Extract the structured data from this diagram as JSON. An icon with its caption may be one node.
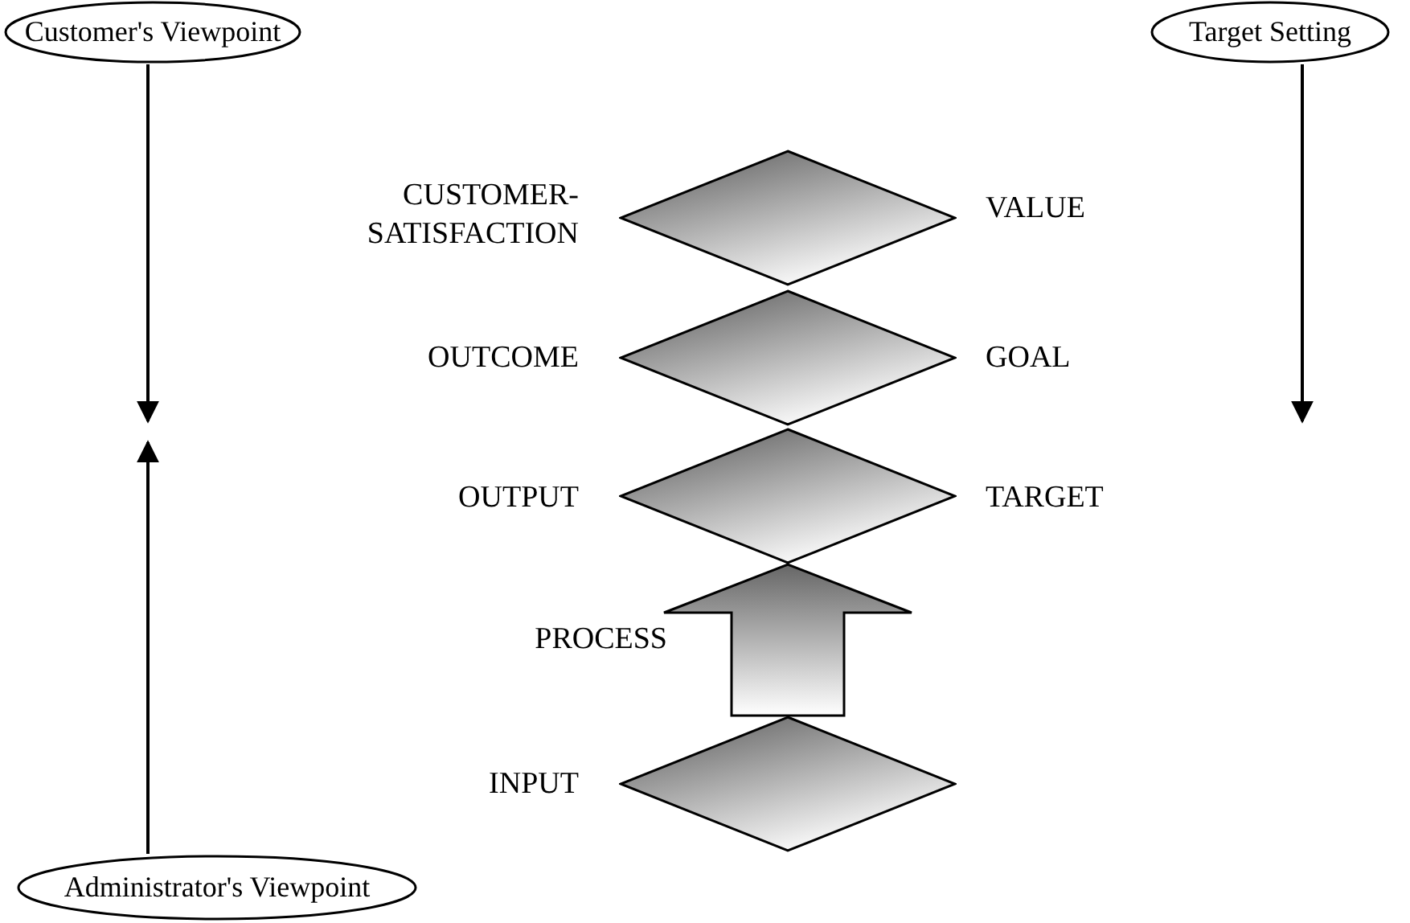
{
  "diagram": {
    "nodes": [
      {
        "text": [
          "Customer's Viewpoint"
        ]
      },
      {
        "text": [
          "Target Setting"
        ]
      },
      {
        "text": [],
        "shape": "diamond",
        "beside": [
          "CUSTOMER-SATISFACTION",
          "VALUE"
        ]
      },
      {
        "text": [],
        "shape": "diamond",
        "beside": [
          "OUTCOME",
          "GOAL"
        ]
      },
      {
        "text": [],
        "shape": "diamond",
        "beside": [
          "OUTPUT",
          "TARGET"
        ]
      },
      {
        "text": [],
        "shape": "diamond",
        "beside": [
          "INPUT"
        ]
      },
      {
        "text": [
          "Administrator's Viewpoint"
        ]
      }
    ],
    "edges": [
      {
        "from": 0,
        "to": null,
        "arrow": "to"
      },
      {
        "from": 1,
        "to": null,
        "arrow": "to"
      },
      {
        "from": 6,
        "to": null,
        "arrow": "to"
      },
      {
        "from": 5,
        "to": 4,
        "arrow": "to",
        "label": "PROCESS",
        "style": "thick"
      }
    ]
  }
}
